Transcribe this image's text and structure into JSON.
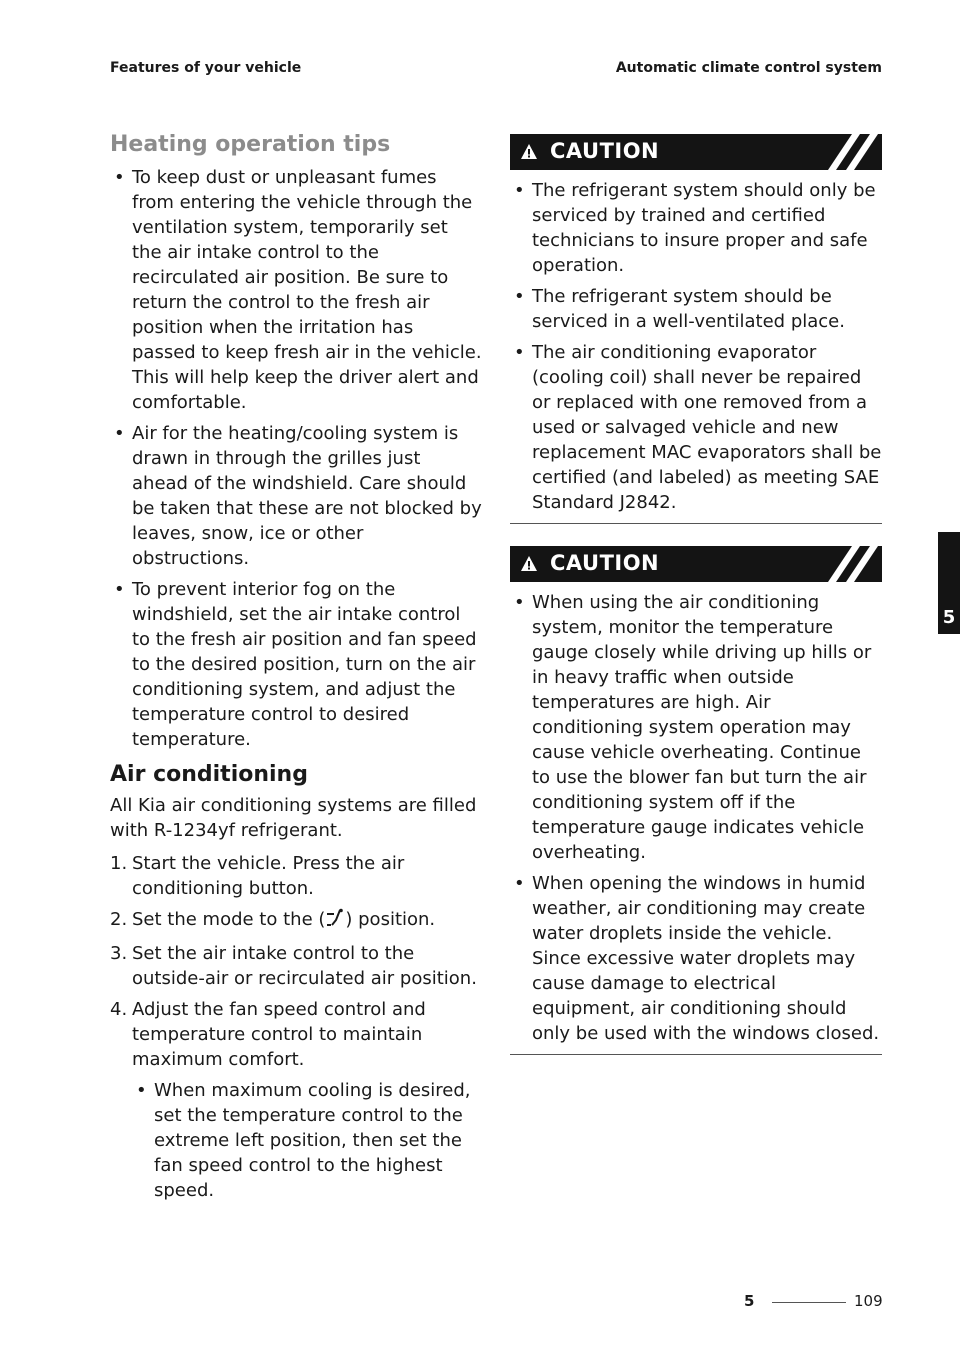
{
  "header": {
    "left": "Features of your vehicle",
    "right": "Automatic climate control system"
  },
  "heating": {
    "title": "Heating operation tips",
    "bullets": [
      "To keep dust or unpleasant fumes from entering the vehicle through the ventilation system, temporarily set the air intake control to the recirculated air position. Be sure to return the control to the fresh air position when the irritation has passed to keep fresh air in the vehicle. This will help keep the driver alert and comfortable.",
      "Air for the heating/cooling system is drawn in through the grilles just ahead of the windshield. Care should be taken that these are not blocked by leaves, snow, ice or other obstructions.",
      "To prevent interior fog on the windshield, set the air intake control to the fresh air position and fan speed to the desired position, turn on the air conditioning system, and adjust the temperature control to desired temperature."
    ]
  },
  "ac": {
    "title": "Air conditioning",
    "intro": "All Kia air conditioning systems are filled with R-1234yf refrigerant.",
    "steps": [
      "Start the vehicle. Press the air conditioning button.",
      {
        "before": "Set the mode to the (",
        "icon": "floor-vent-mode-icon",
        "after": ") position."
      },
      "Set the air intake control to the outside-air or recirculated air position.",
      "Adjust the fan speed control and temperature control to maintain maximum comfort."
    ],
    "step_numbers": [
      "1.",
      "2.",
      "3.",
      "4."
    ],
    "sub_bullets": [
      "When maximum cooling is desired, set the temperature control to the extreme left position, then set the fan speed control to the highest speed."
    ]
  },
  "caution1": {
    "title": "CAUTION",
    "bullets": [
      "The refrigerant system should only be serviced by trained and certified technicians to insure proper and safe operation.",
      "The refrigerant system should be serviced in a well-ventilated place.",
      "The air conditioning evaporator (cooling coil) shall never be repaired or replaced with one removed from a used or salvaged vehicle and new replacement MAC evaporators shall be certified (and labeled) as meeting SAE Standard J2842."
    ]
  },
  "caution2": {
    "title": "CAUTION",
    "bullets": [
      "When using the air conditioning system, monitor the temperature gauge closely while driving up hills or in heavy traffic when outside temperatures are high. Air conditioning system operation may cause vehicle overheating. Continue to use the blower fan but turn the air conditioning system off if the temperature gauge indicates vehicle overheating.",
      "When opening the windows in humid weather, air conditioning may create water droplets inside the vehicle. Since excessive water droplets may cause damage to electrical equipment, air conditioning should only be used with the windows closed."
    ]
  },
  "side_tab": "5",
  "footer": {
    "chapter": "5",
    "page": "109"
  },
  "colors": {
    "caution_bar": "#141414",
    "subheading_grey": "#8c8c8c"
  }
}
